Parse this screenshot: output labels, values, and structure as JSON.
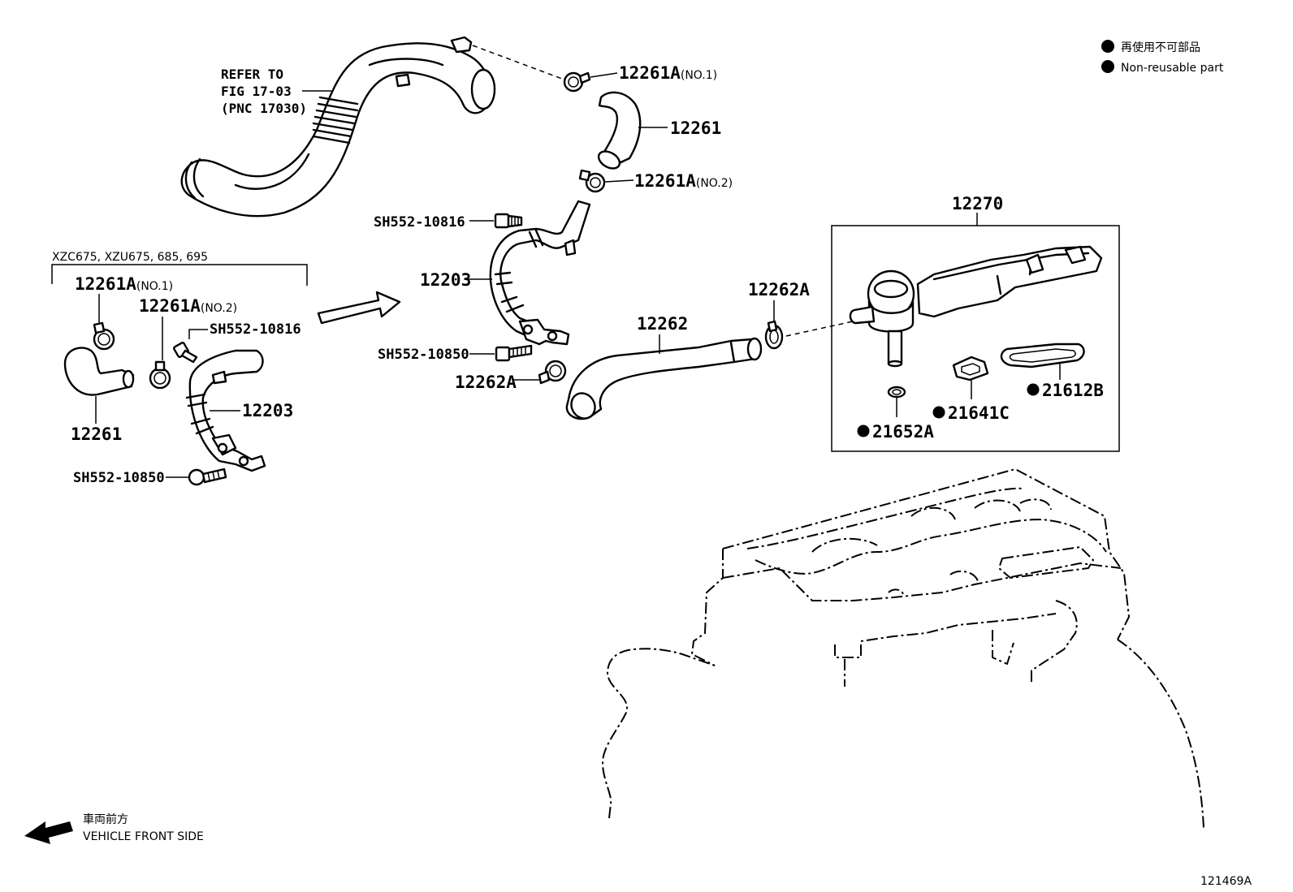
{
  "legend": {
    "jp_text": "再使用不可部品",
    "en_text": "Non-reusable part"
  },
  "refer": {
    "line1": "REFER TO",
    "line2": "FIG 17-03",
    "line3": "(PNC 17030)"
  },
  "variant_note": "XZC675, XZU675, 685, 695",
  "callouts": {
    "clamp_no1": "12261A",
    "clamp_no1_suffix": "(NO.1)",
    "hose_12261": "12261",
    "clamp_no2": "12261A",
    "clamp_no2_suffix": "(NO.2)",
    "bolt_10816": "SH552-10816",
    "pipe_12203": "12203",
    "bolt_10850": "SH552-10850",
    "clamp_12262a_lower": "12262A",
    "hose_12262": "12262",
    "clamp_12262a_upper": "12262A",
    "separator_12270": "12270",
    "gasket_21612b": "21612B",
    "gasket_21641c": "21641C",
    "gasket_21652a": "21652A",
    "left_clamp_no1": "12261A",
    "left_clamp_no1_suffix": "(NO.1)",
    "left_clamp_no2": "12261A",
    "left_clamp_no2_suffix": "(NO.2)",
    "left_bolt_10816": "SH552-10816",
    "left_hose_12261": "12261",
    "left_pipe_12203": "12203",
    "left_bolt_10850": "SH552-10850"
  },
  "direction": {
    "jp_text": "車両前方",
    "en_text": "VEHICLE FRONT SIDE"
  },
  "figure_id": "121469A"
}
